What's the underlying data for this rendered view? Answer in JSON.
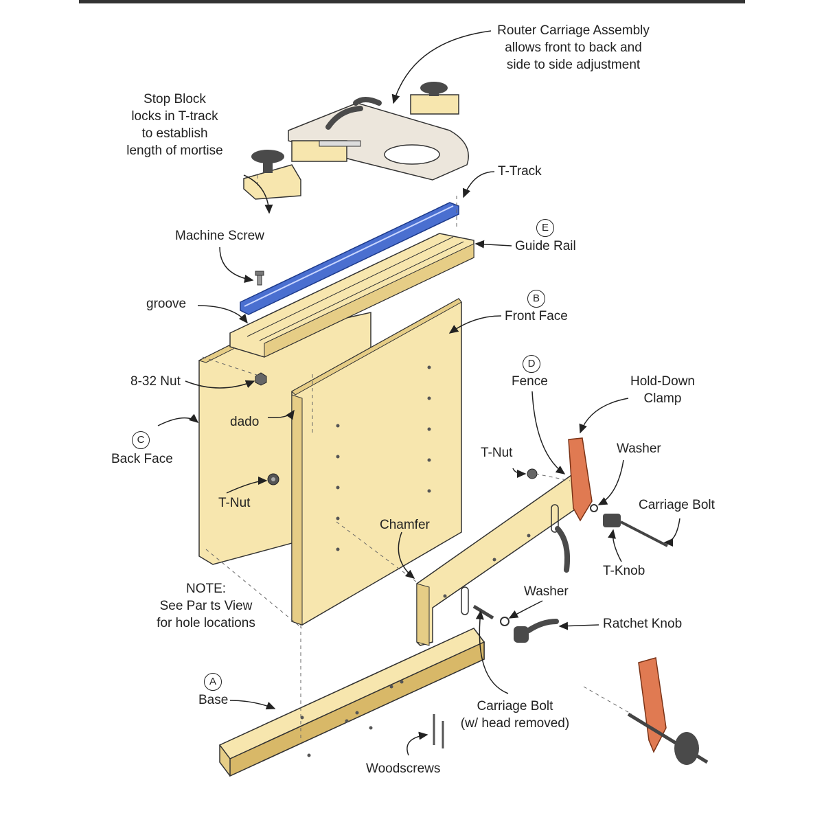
{
  "labels": {
    "router_carriage": [
      "Router Carriage Assembly",
      "allows front to back and",
      "side to side adjustment"
    ],
    "stop_block": [
      "Stop Block",
      "locks in T-track",
      "to establish",
      "length of mortise"
    ],
    "t_track": "T-Track",
    "machine_screw": "Machine Screw",
    "guide_rail": "Guide Rail",
    "guide_rail_letter": "E",
    "groove": "groove",
    "front_face": "Front Face",
    "front_face_letter": "B",
    "nut_8_32": "8-32 Nut",
    "dado": "dado",
    "back_face": "Back Face",
    "back_face_letter": "C",
    "t_nut_left": "T-Nut",
    "fence": "Fence",
    "fence_letter": "D",
    "hold_down_clamp": [
      "Hold-Down",
      "Clamp"
    ],
    "t_nut_right": "T-Nut",
    "washer_top": "Washer",
    "carriage_bolt_top": "Carriage Bolt",
    "t_knob": "T-Knob",
    "chamfer": "Chamfer",
    "note": [
      "NOTE:",
      "See Par ts View",
      "for hole locations"
    ],
    "washer_bottom": "Washer",
    "ratchet_knob": "Ratchet Knob",
    "base": "Base",
    "base_letter": "A",
    "carriage_bolt_bottom": [
      "Carriage Bolt",
      "(w/ head removed)"
    ],
    "woodscrews": "Woodscrews"
  },
  "colors": {
    "wood": "#f7e6ae",
    "wood_dark": "#e6cd86",
    "wood_edge": "#d8b868",
    "t_track": "#4a6fd0",
    "clamp": "#e07a52",
    "knob": "#4a4a4a",
    "plate": "#ece6dc"
  }
}
